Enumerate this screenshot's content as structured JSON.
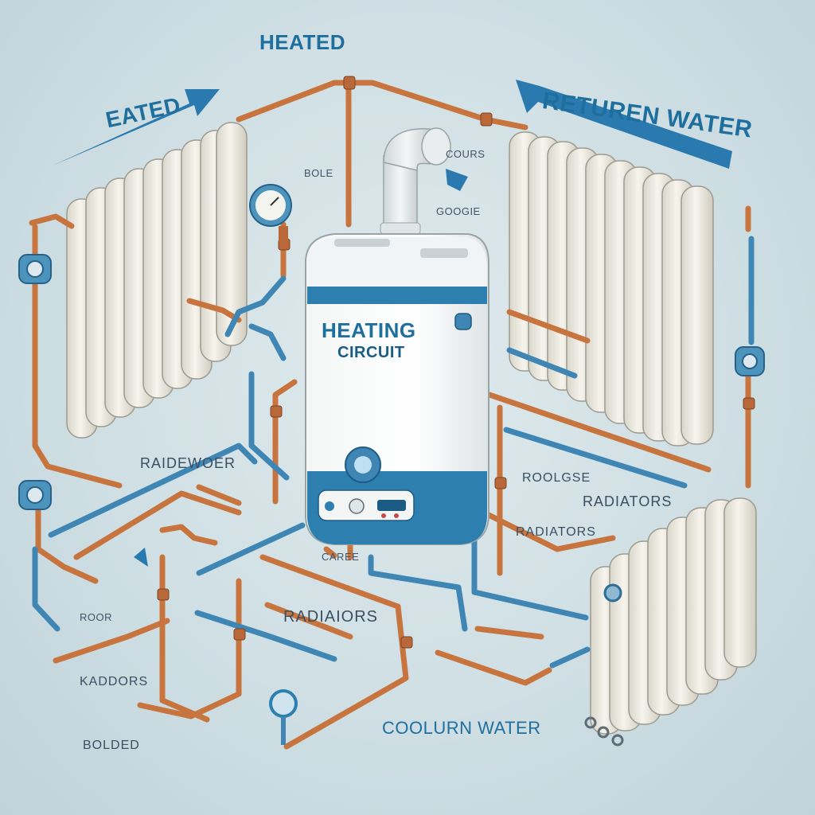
{
  "labels": {
    "heated_top": "HEATED",
    "heated_left": "EATED",
    "return_water": "RETUREN WATER",
    "boiler_small": "BOLE",
    "vent_small": "COURS",
    "panel_small": "GOOGIE",
    "boiler_title_1": "HEATING",
    "boiler_title_2": "CIRCUIT",
    "radiator_left": "RAIDEWOER",
    "roolgse": "ROOLGSE",
    "radiators_right": "RADIATORS",
    "radiator_mid": "RADIATORS",
    "radiators_center": "RADIAIORS",
    "kaddors": "KADDORS",
    "small_left": "ROOR",
    "cooling_water": "COOLURN WATER",
    "bolded": "BOLDED",
    "fitting_small": "CAREE"
  },
  "colors": {
    "hot_pipe": "#c8743f",
    "cold_pipe": "#3f86b4",
    "boiler_accent": "#2d7fb0",
    "radiator": "#efece2",
    "text_blue": "#1f6f9e"
  }
}
